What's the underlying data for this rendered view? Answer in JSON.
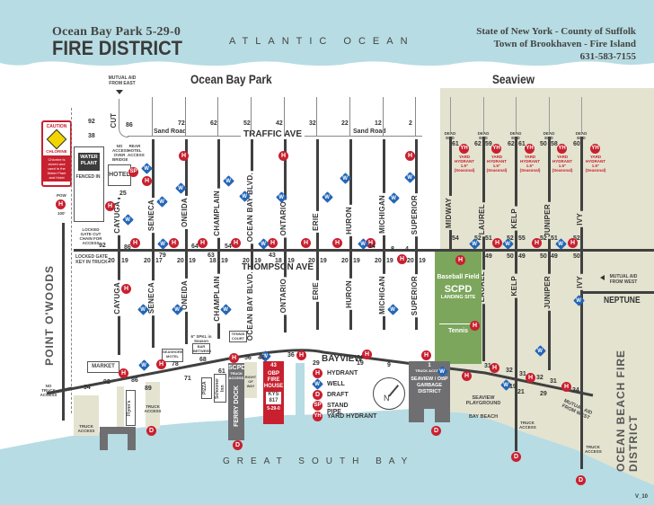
{
  "header": {
    "subtitle": "Ocean Bay Park     5-29-0",
    "title": "FIRE DISTRICT",
    "ocean_top": "ATLANTIC OCEAN",
    "state_line1": "State of New York - County of Suffolk",
    "state_line2": "Town of Brookhaven - Fire Island",
    "phone": "631-583-7155"
  },
  "areas": {
    "ocean_bay_park": "Ocean Bay Park",
    "seaview": "Seaview",
    "point_owoods": "POINT O'WOODS",
    "ocean_beach_fire_district": "OCEAN BEACH FIRE DISTRICT",
    "neptune": "NEPTUNE",
    "great_south_bay": "GREAT SOUTH BAY"
  },
  "avenues": {
    "traffic_ave": "TRAFFIC AVE",
    "thompson_ave": "THOMPSON AVE",
    "bayview": "BAYVIEW",
    "sand_road_1": "Sand Road",
    "sand_road_2": "Sand Road",
    "cut": "CUT"
  },
  "streets": [
    "CAYUGA",
    "SENECA",
    "ONEIDA",
    "CHAMPLAIN",
    "OCEAN BAY BLVD.",
    "ONTARIO",
    "ERIE",
    "HURON",
    "MICHIGAN",
    "SUPERIOR",
    "MIDWAY",
    "LAUREL",
    "KELP",
    "JUNIPER",
    "IVY"
  ],
  "mutual_aid": {
    "east": "MUTUAL AID FROM EAST",
    "west_1": "MUTUAL AID FROM WEST",
    "west_2": "MUTUAL AID FROM WEST"
  },
  "caution": {
    "title": "CAUTION",
    "sign": "CHLORINE",
    "note": "Chlorine is stored and used in the Water Plant and Hotel"
  },
  "places": {
    "water_plant": "WATER PLANT",
    "fenced_in": "FENCED IN",
    "hotel": "HOTEL",
    "gate": "GATE",
    "locked_gate_chain": "LOCKED GATE CUT CHAIN FOR ACCESS",
    "locked_gate_key": "LOCKED GATE KEY IN TRUCK",
    "pow": "POW",
    "pow_dist": "100'",
    "no_access": "NO ACCESS OVER BRIDGE",
    "rear_hotel": "REAR HOTEL ACCESS",
    "market": "MARKET",
    "seashore_motel": "SEASHORE MOTEL",
    "six_inch": "6\" SPKL in Season",
    "bar_between": "BAR BETWEEN",
    "tennis_court": "TENNIS COURT",
    "pizza": "PIZZA",
    "schooner_inn": "Schooner Inn",
    "flynns": "Flynn's",
    "scpd": "SCPD",
    "truck_access": "TRUCK ACCESS",
    "ferry_dock": "FERRY DOCK",
    "right_of_way": "RIGHT OF WAY",
    "fire_house_num": "43",
    "fire_house": "OBP FIRE HOUSE",
    "kys": "KYS 817",
    "fire_code": "5-29-0",
    "garbage": "SEAVIEW / OBP GARBAGE DISTRICT",
    "playground": "SEAVIEW PLAYGROUND",
    "bay_beach": "BAY BEACH",
    "baseball": "Baseball Field",
    "landing": "SCPD",
    "landing_site": "LANDING SITE",
    "tennis": "Tennis",
    "no_truck": "NO TRUCK ACCESS",
    "dead_end": "DEAD END",
    "yard_hydrant": "YARD HYDRANT 1.5\" (Seasonal)",
    "version": "V_10"
  },
  "legend": [
    {
      "icon": "H",
      "label": "HYDRANT",
      "type": "hydrant"
    },
    {
      "icon": "W",
      "label": "WELL",
      "type": "well"
    },
    {
      "icon": "D",
      "label": "DRAFT",
      "type": "draft"
    },
    {
      "icon": "SP",
      "label": "STAND PIPE",
      "type": "standpipe"
    },
    {
      "icon": "YH",
      "label": "YARD HYDRANT",
      "type": "yardhydrant"
    }
  ],
  "compass": "N",
  "colors": {
    "water": "#b7dce3",
    "sand": "#e4e3d0",
    "road": "#404040",
    "hydrant": "#c8202f",
    "well": "#2466b7",
    "firehouse": "#c8202f",
    "grey_block": "#6f6f71",
    "field": "#7ba65c"
  }
}
